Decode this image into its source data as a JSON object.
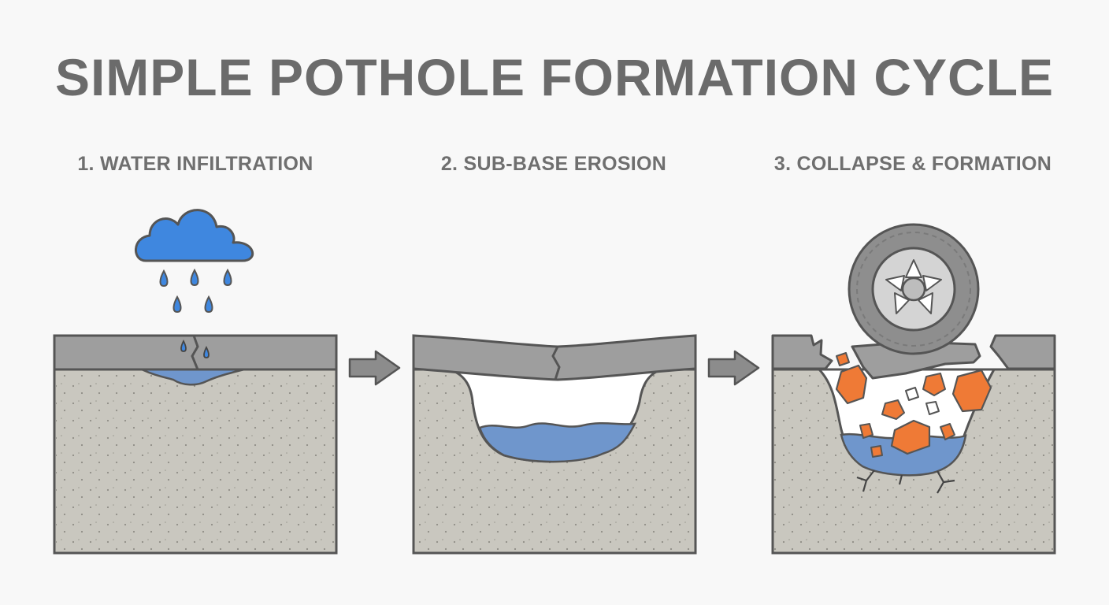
{
  "title": "SIMPLE POTHOLE FORMATION CYCLE",
  "steps": [
    {
      "label": "1. WATER INFILTRATION"
    },
    {
      "label": "2. SUB-BASE EROSION"
    },
    {
      "label": "3. COLLAPSE & FORMATION"
    }
  ],
  "colors": {
    "background": "#f8f8f8",
    "title": "#6b6b6b",
    "asphalt": "#9e9e9e",
    "subbase": "#c9c7bf",
    "water": "#6f96cc",
    "cloud": "#3f87df",
    "debris": "#ef7a36",
    "outline": "#555555"
  },
  "icons": [
    "rain-cloud-icon",
    "tire-icon",
    "arrow-right-icon"
  ]
}
